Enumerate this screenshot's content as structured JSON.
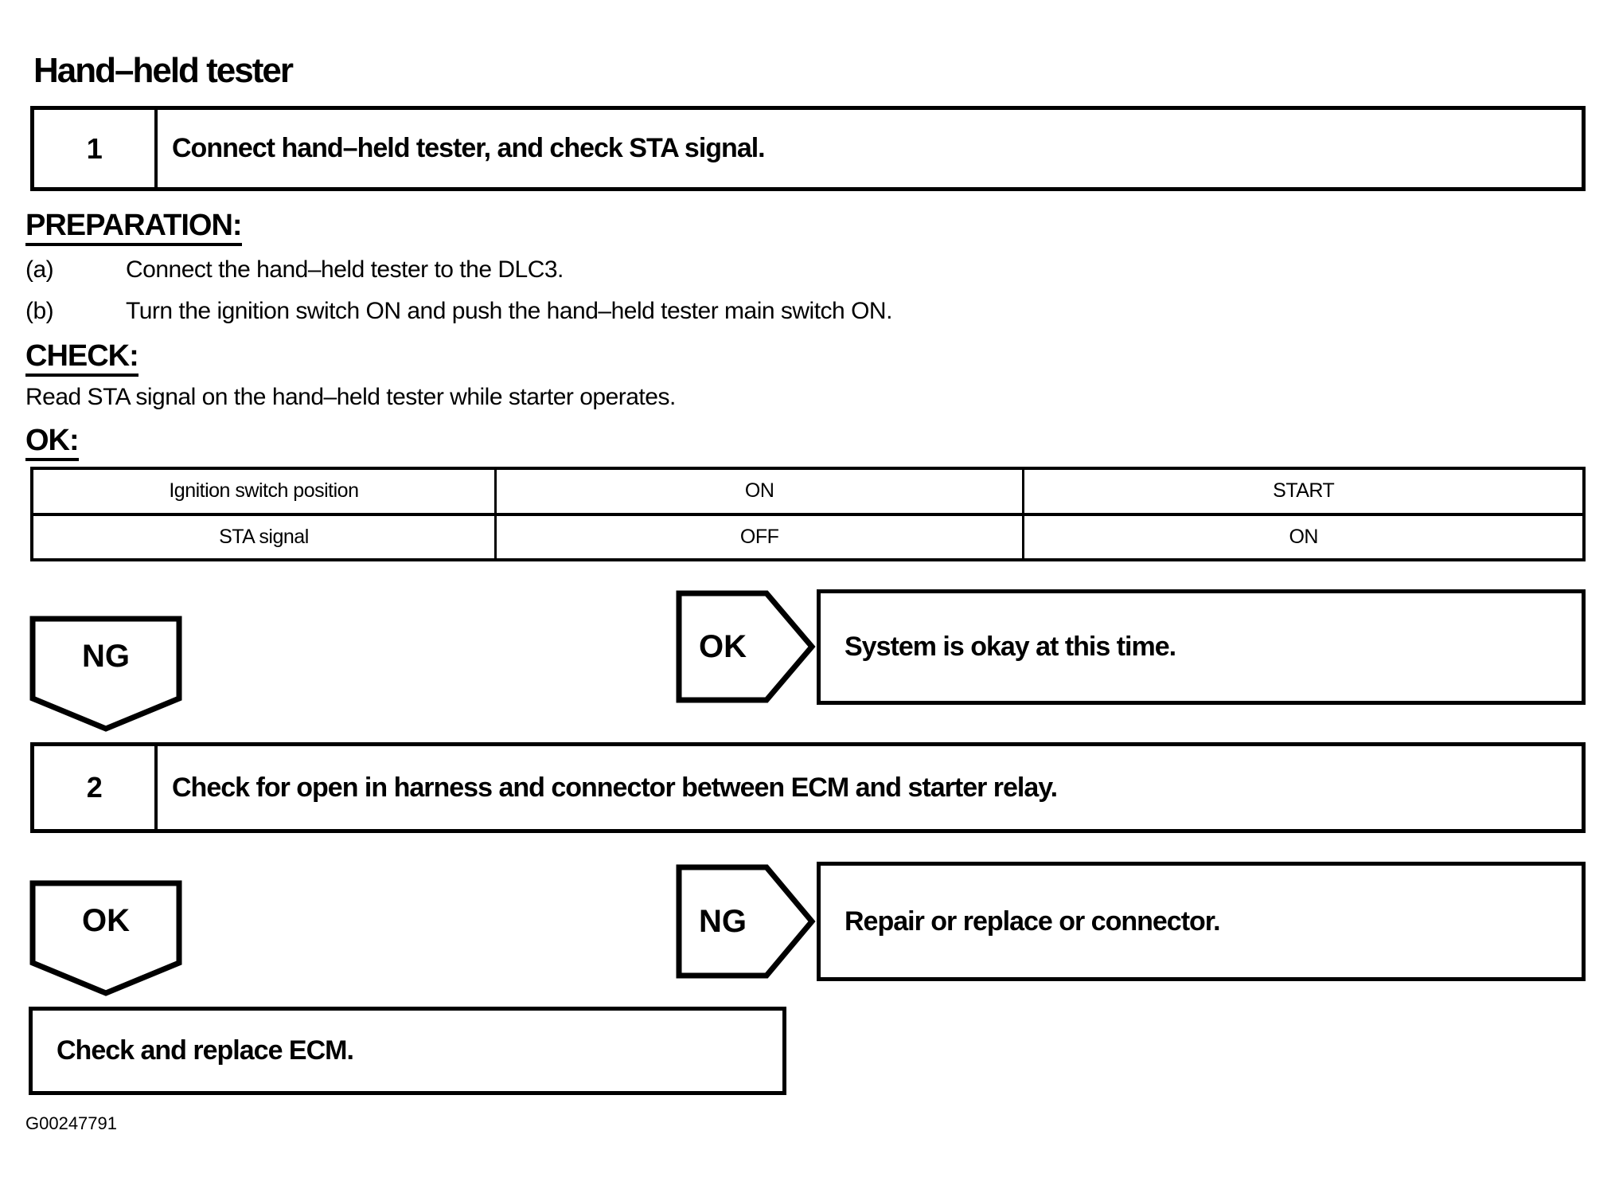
{
  "page": {
    "title": "Hand–held tester",
    "figure_id": "G00247791"
  },
  "steps": [
    {
      "number": "1",
      "label": "Connect hand–held tester, and check STA signal."
    },
    {
      "number": "2",
      "label": "Check for open in harness and connector between ECM and starter relay."
    }
  ],
  "sections": {
    "preparation_heading": "PREPARATION:",
    "preparation_items": [
      {
        "marker": "(a)",
        "text": "Connect the hand–held tester to the DLC3."
      },
      {
        "marker": "(b)",
        "text": "Turn the ignition switch ON and push the hand–held tester main switch ON."
      }
    ],
    "check_heading": "CHECK:",
    "check_text": "Read STA signal on the hand–held tester while starter operates.",
    "ok_heading": "OK:"
  },
  "table": {
    "rows": [
      {
        "cells": [
          "Ignition switch position",
          "ON",
          "START"
        ]
      },
      {
        "cells": [
          "STA signal",
          "OFF",
          "ON"
        ]
      }
    ]
  },
  "flow": {
    "ng1_label": "NG",
    "ok1_label": "OK",
    "ok1_result": "System is okay at this time.",
    "ok2_label": "OK",
    "ng2_label": "NG",
    "ng2_result": "Repair or replace or connector.",
    "final_action": "Check and replace ECM."
  },
  "colors": {
    "ink": "#000000",
    "paper": "#ffffff"
  }
}
